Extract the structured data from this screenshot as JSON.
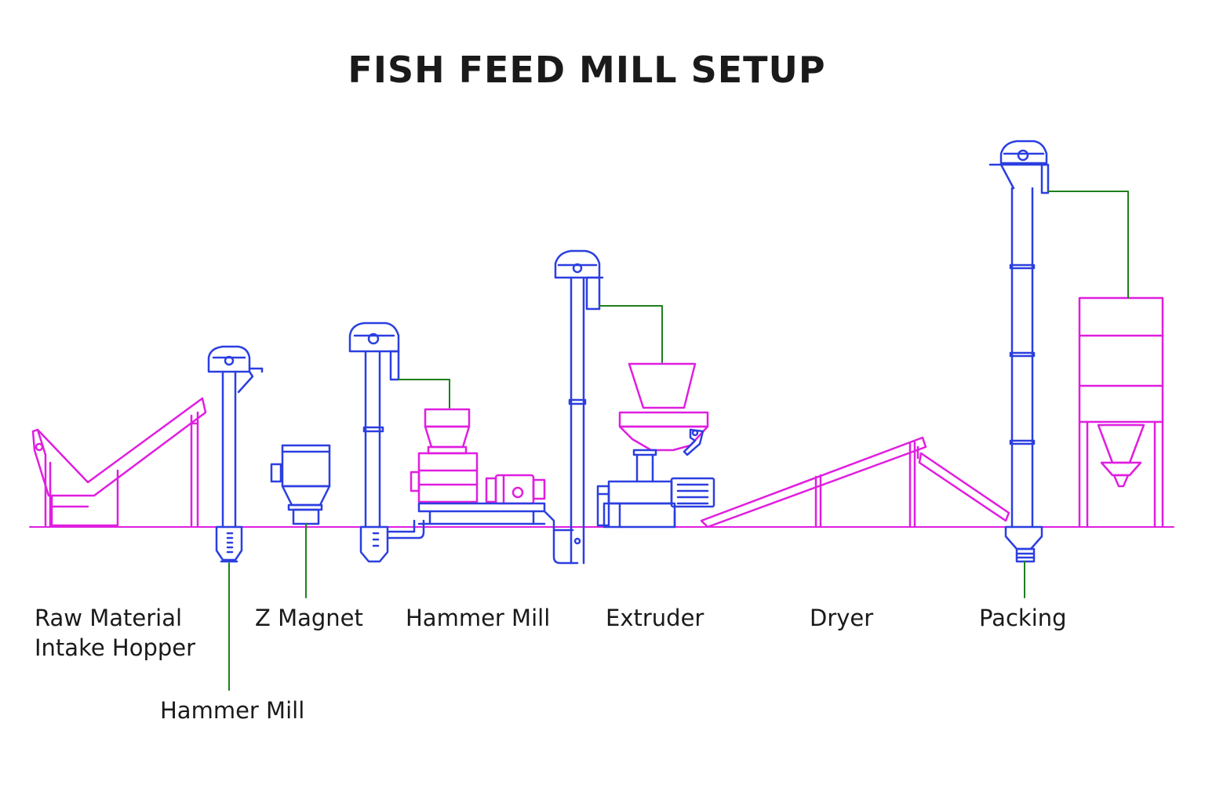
{
  "title": "FISH FEED MILL SETUP",
  "colors": {
    "equipment_blue": "#2b3fe0",
    "equipment_magenta": "#e01ee0",
    "connector_green": "#1f7f1f",
    "text": "#1a1a1a",
    "background": "#ffffff"
  },
  "labels": {
    "raw_material_line1": "Raw Material",
    "raw_material_line2": "Intake Hopper",
    "hammer_mill_lower": "Hammer Mill",
    "z_magnet": "Z Magnet",
    "hammer_mill_upper": "Hammer Mill",
    "extruder": "Extruder",
    "dryer": "Dryer",
    "packing": "Packing"
  }
}
